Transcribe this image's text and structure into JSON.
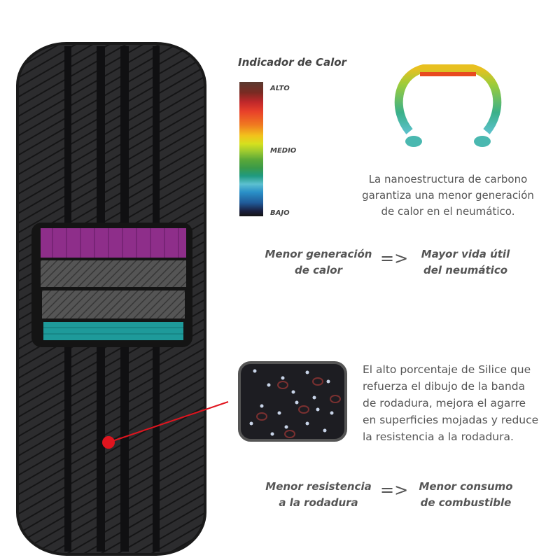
{
  "heat_indicator": {
    "title": "Indicador de Calor",
    "levels": {
      "high": "ALTO",
      "medium": "MEDIO",
      "low": "BAJO"
    }
  },
  "carbon": {
    "description_lines": [
      "La nanoestructura de carbono",
      "garantiza una menor generación",
      "de calor en el neumático."
    ],
    "benefit": {
      "cause_lines": [
        "Menor generación",
        "de calor"
      ],
      "arrow": "=>",
      "effect_lines": [
        "Mayor vida útil",
        "del neumático"
      ]
    }
  },
  "silica": {
    "description_lines": [
      "El alto porcentaje de Silice que",
      "refuerza el dibujo de la banda",
      "de rodadura, mejora el agarre",
      "en superficies mojadas y reduce",
      "la resistencia a la rodadura."
    ],
    "benefit": {
      "cause_lines": [
        "Menor resistencia",
        "a la rodadura"
      ],
      "arrow": "=>",
      "effect_lines": [
        "Menor consumo",
        "de combustible"
      ]
    }
  },
  "colors": {
    "layer_purple": "#8e2e8a",
    "layer_magenta": "#b82a6a",
    "layer_yellow": "#e8b42a",
    "layer_teal": "#1e9a9a",
    "pointer": "#e0141e"
  }
}
